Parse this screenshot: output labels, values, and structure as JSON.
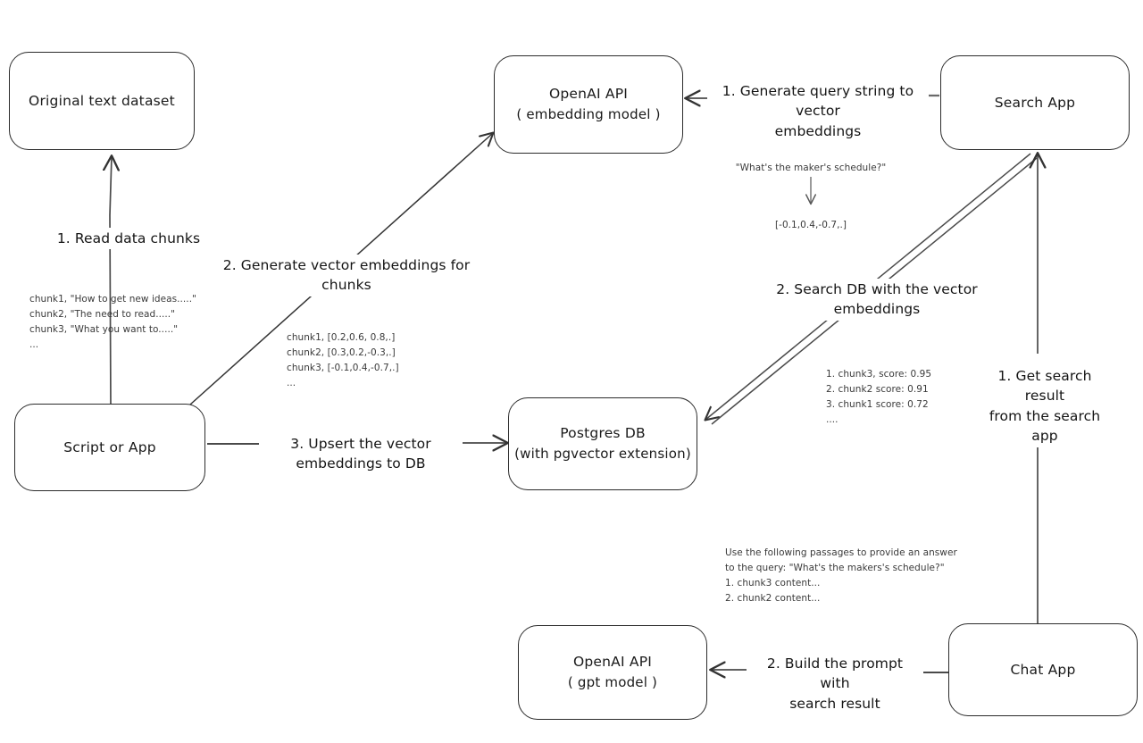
{
  "diagram": {
    "title": "Vector search RAG architecture",
    "stroke_color": "#2b2b2b",
    "note_color": "#3a3a3a",
    "background": "#ffffff"
  },
  "nodes": {
    "original_dataset": {
      "line1": "Original text dataset",
      "line2": ""
    },
    "script_or_app": {
      "line1": "Script or App",
      "line2": ""
    },
    "openai_embedding": {
      "line1": "OpenAI API",
      "line2": "( embedding model )"
    },
    "postgres_db": {
      "line1": "Postgres DB",
      "line2": "(with pgvector extension)"
    },
    "search_app": {
      "line1": "Search App",
      "line2": ""
    },
    "chat_app": {
      "line1": "Chat App",
      "line2": ""
    },
    "openai_gpt": {
      "line1": "OpenAI API",
      "line2": "( gpt model )"
    }
  },
  "edge_labels": {
    "read_data_chunks": "1. Read data chunks",
    "generate_vector_embeddings": "2. Generate vector embeddings for chunks",
    "upsert_to_db": "3. Upsert the vector embeddings  to DB",
    "generate_query_string": "1. Generate query string to vector\nembeddings",
    "search_db": "2. Search DB with the vector embeddings",
    "get_search_result": "1. Get search result\nfrom the search app",
    "build_prompt": "2. Build the prompt with\nsearch result"
  },
  "notes": {
    "source_chunks": "chunk1, \"How to get new ideas.....\"\nchunk2, \"The need to read.....\"\nchunk3, \"What you want to.....\"\n...",
    "chunk_embeddings": "chunk1, [0.2,0.6, 0.8,.]\nchunk2, [0.3,0.2,-0.3,.]\nchunk3, [-0.1,0.4,-0.7,.]\n...",
    "query_string": "\"What's the maker's schedule?\"",
    "query_vector": "[-0.1,0.4,-0.7,.]",
    "search_results": "1. chunk3, score: 0.95\n2. chunk2 score: 0.91\n3. chunk1 score: 0.72\n....",
    "prompt_text": "Use the following passages to provide an answer\nto the query: \"What's the makers's schedule?\"\n1. chunk3 content...\n2. chunk2 content..."
  }
}
